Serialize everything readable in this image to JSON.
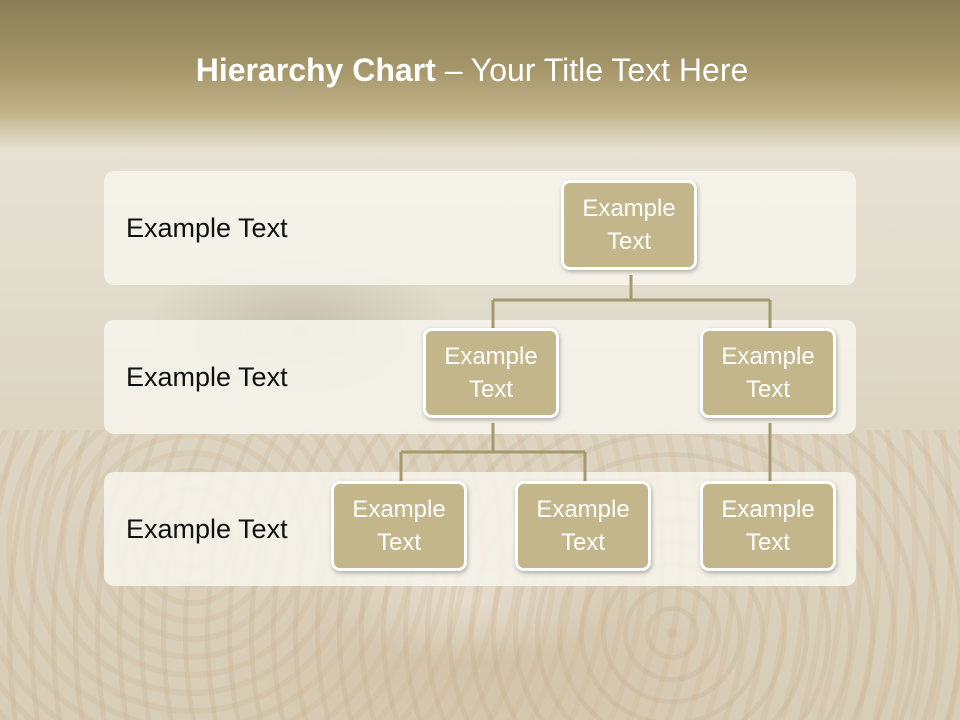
{
  "title": {
    "bold": "Hierarchy Chart",
    "rest": " – Your Title Text Here"
  },
  "bands": [
    {
      "label": "Example Text"
    },
    {
      "label": "Example Text"
    },
    {
      "label": "Example Text"
    }
  ],
  "nodes": {
    "root": {
      "line1": "Example",
      "line2": "Text"
    },
    "level2_left": {
      "line1": "Example",
      "line2": "Text"
    },
    "level2_right": {
      "line1": "Example",
      "line2": "Text"
    },
    "level3_a": {
      "line1": "Example",
      "line2": "Text"
    },
    "level3_b": {
      "line1": "Example",
      "line2": "Text"
    },
    "level3_c": {
      "line1": "Example",
      "line2": "Text"
    }
  },
  "colors": {
    "node_fill": "#c2b68a",
    "connector": "#a6996d",
    "title_band": "#a49669",
    "band_fill": "#f6f4ec"
  }
}
